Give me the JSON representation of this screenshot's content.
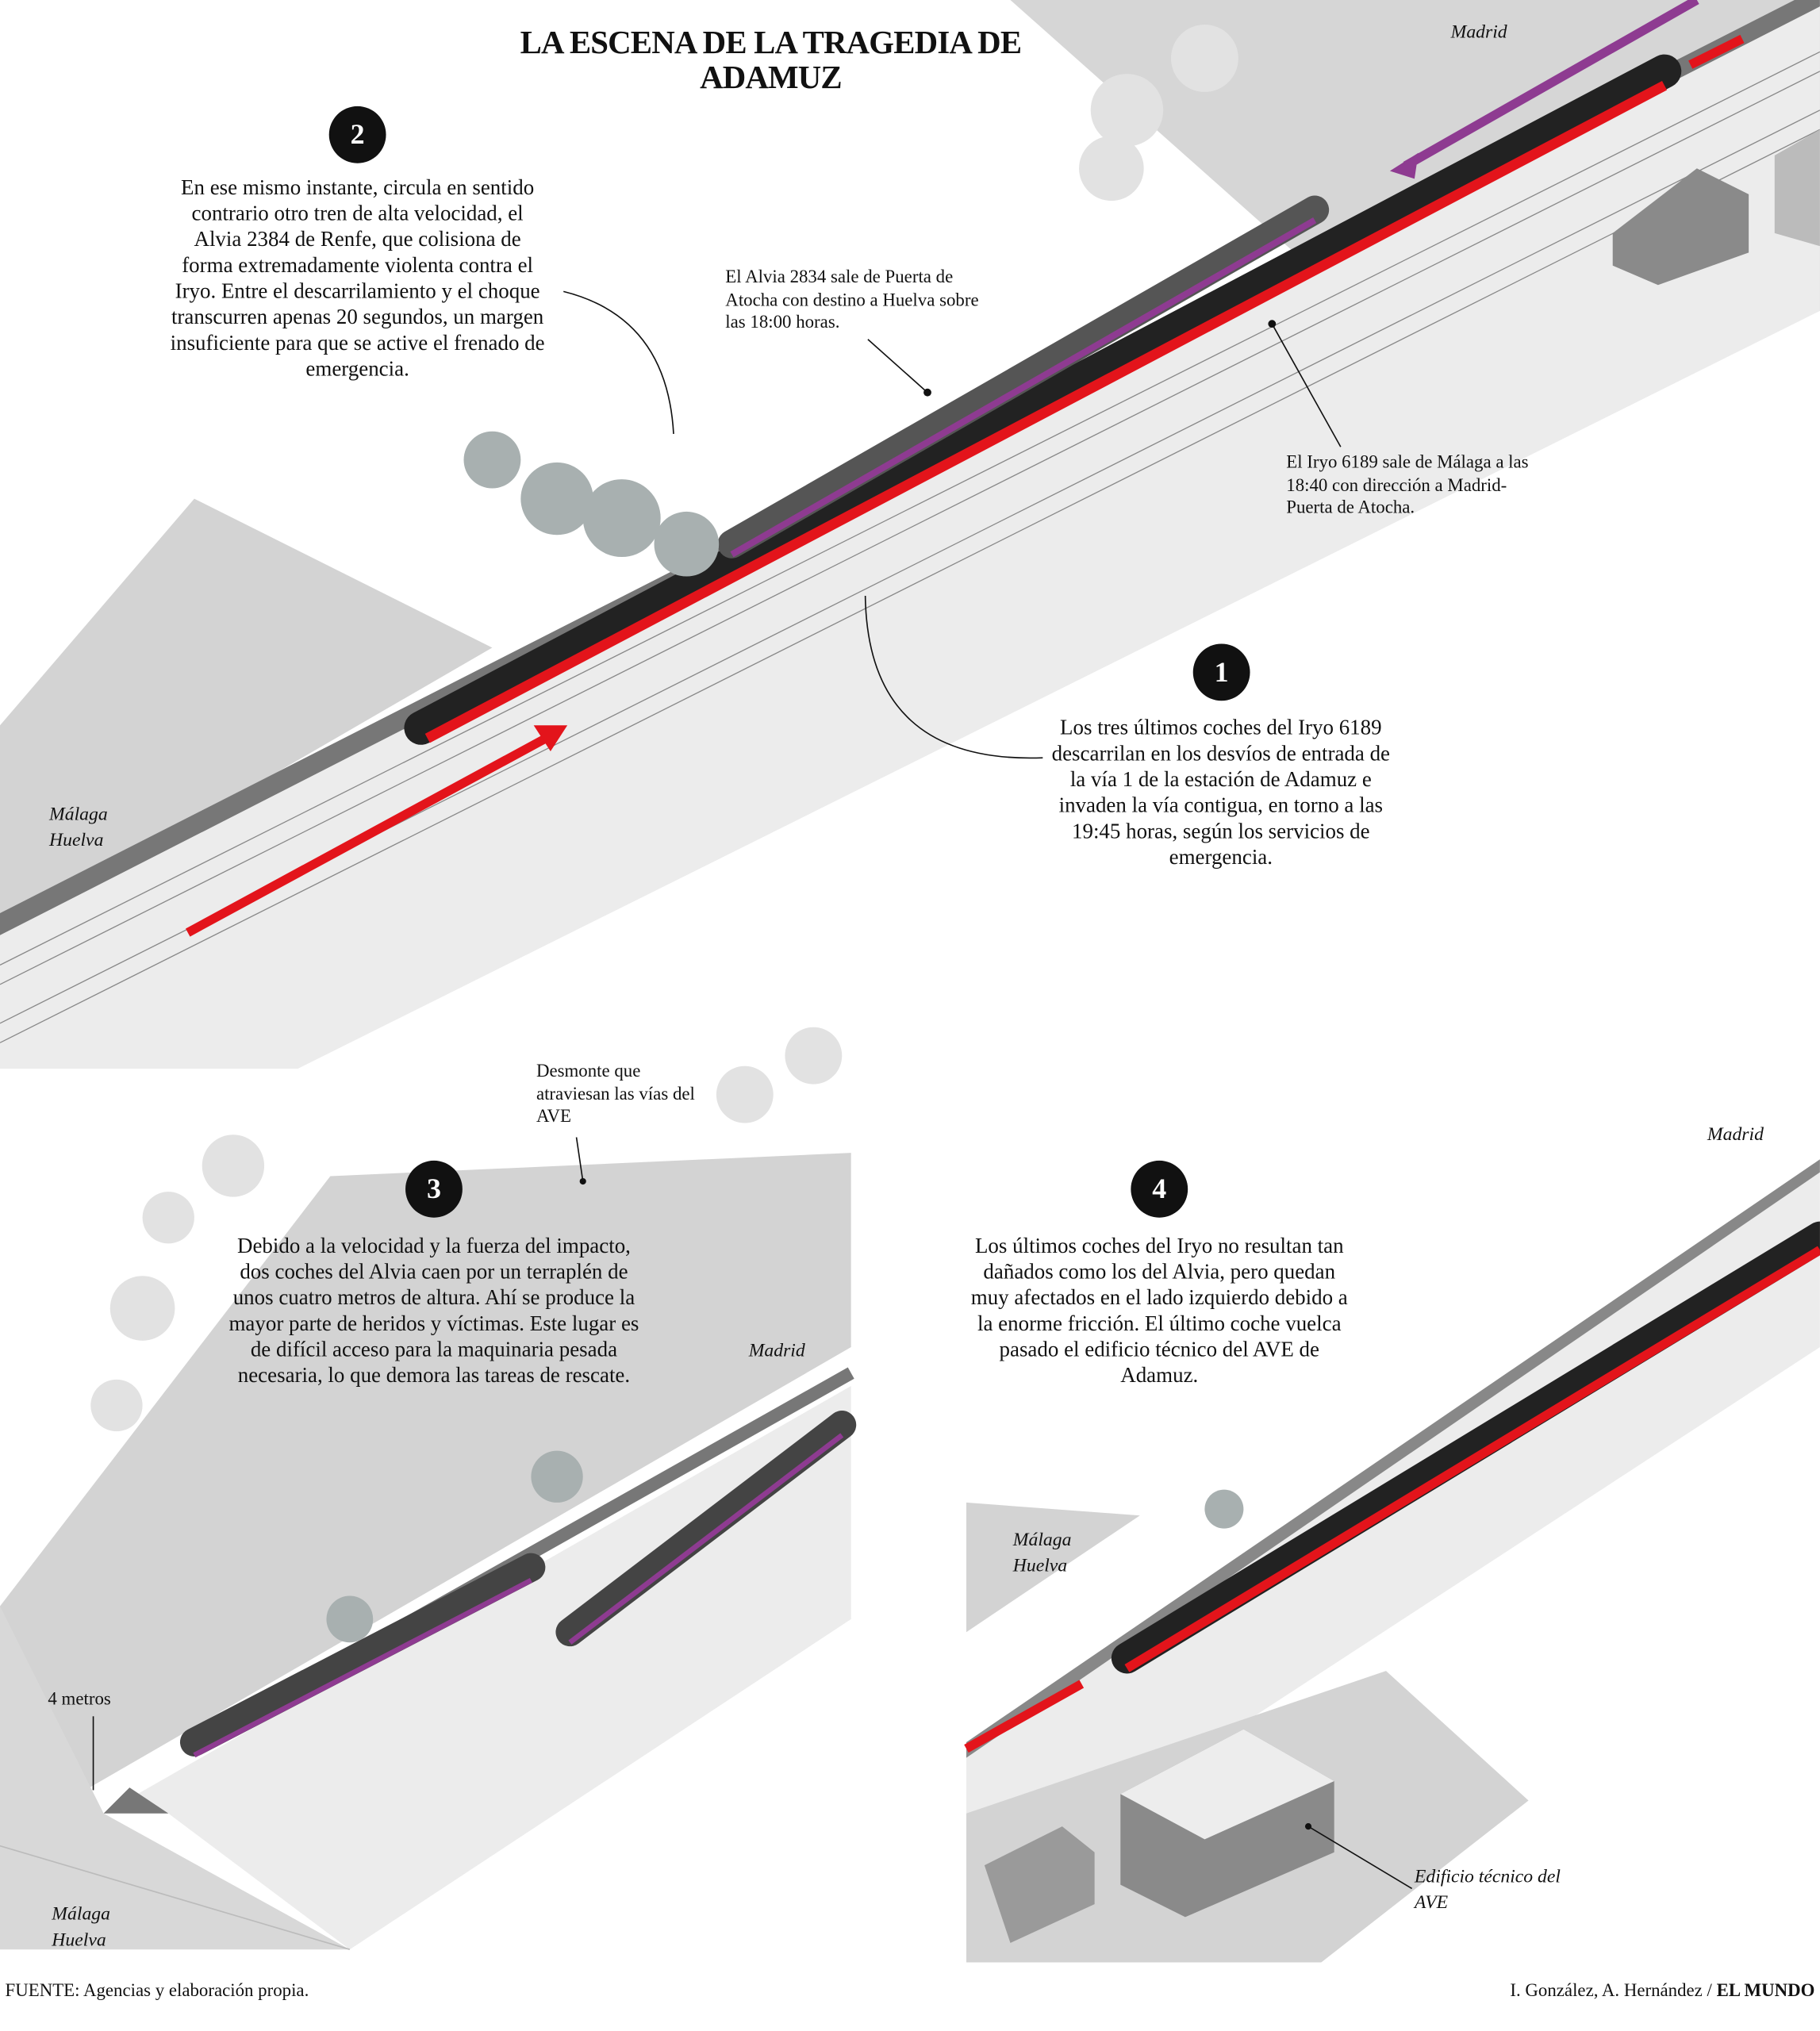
{
  "title": "LA ESCENA DE LA TRAGEDIA DE ADAMUZ",
  "colors": {
    "iryo_red": "#e3141b",
    "alvia_purple": "#8e3b91",
    "ground": "#d3d3d3",
    "track_bed": "#ececec",
    "dark": "#111111"
  },
  "step1": {
    "number": "1",
    "text": "Los tres últimos coches del Iryo 6189 descarrilan en los desvíos de entrada de la vía 1 de la estación de Adamuz e invaden la vía contigua, en torno a las 19:45 horas, según los servicios de emergencia."
  },
  "step2": {
    "number": "2",
    "text": "En ese mismo instante, circula en sentido contrario otro tren de alta velocidad, el Alvia 2384 de Renfe, que colisiona de forma extremadamente violenta contra el Iryo. Entre el descarrilamiento y el choque transcurren apenas 20 segundos, un margen insuficiente para que se active el frenado de emergencia."
  },
  "step3": {
    "number": "3",
    "text": "Debido a la velocidad y la fuerza del impacto, dos coches del Alvia caen por un terraplén de unos cuatro metros de altura. Ahí se produce la mayor parte de heridos y víctimas. Este lugar es de difícil acceso para la maquinaria pesada necesaria, lo que demora las tareas de rescate."
  },
  "step4": {
    "number": "4",
    "text": "Los últimos coches del Iryo no resultan tan dañados como los del Alvia, pero quedan muy afectados en el lado izquierdo debido a la enorme fricción. El último coche vuelca pasado el edificio técnico del AVE de Adamuz."
  },
  "labels": {
    "alvia": "El Alvia 2834 sale de Puerta de Atocha con destino a Huelva sobre las 18:00 horas.",
    "iryo": "El Iryo 6189 sale de Málaga a las 18:40 con dirección a Madrid-Puerta de Atocha.",
    "desmonte": "Desmonte que atraviesan las vías del AVE",
    "metros": "4 metros",
    "edificio": "Edificio técnico del AVE",
    "madrid": "Madrid",
    "malaga": "Málaga",
    "huelva": "Huelva"
  },
  "footer": {
    "source": "FUENTE: Agencias y elaboración propia.",
    "authors": "I. González, A. Hernández / ",
    "outlet": "EL MUNDO"
  }
}
